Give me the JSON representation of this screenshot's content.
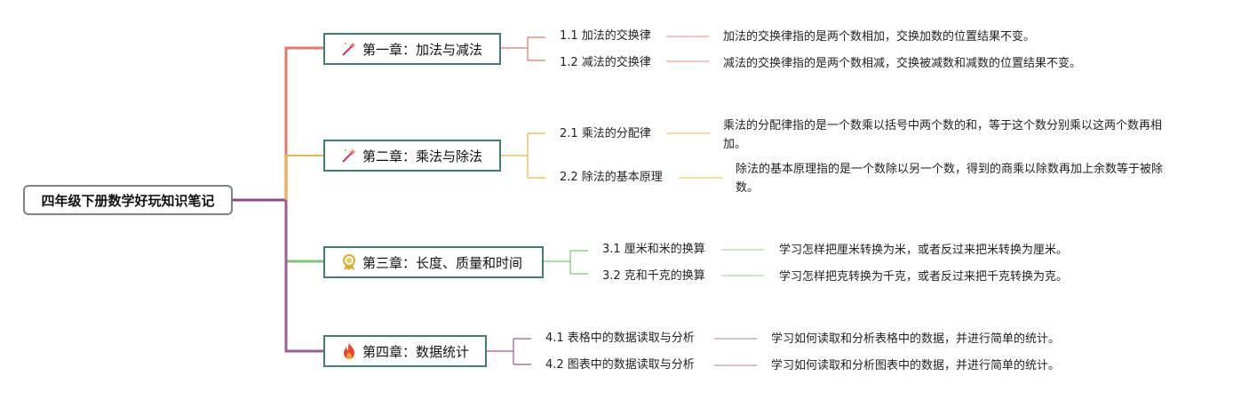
{
  "root": {
    "title": "四年级下册数学好玩知识笔记"
  },
  "chapters": [
    {
      "title": "第一章：加法与减法",
      "icon": "magic-wand-icon",
      "color": "#e8776a",
      "topics": [
        {
          "label": "1.1 加法的交换律",
          "desc": "加法的交换律指的是两个数相加，交换加数的位置结果不变。"
        },
        {
          "label": "1.2 减法的交换律",
          "desc": "减法的交换律指的是两个数相减，交换被减数和减数的位置结果不变。"
        }
      ]
    },
    {
      "title": "第二章：乘法与除法",
      "icon": "magic-wand-icon",
      "color": "#f2b53c",
      "topics": [
        {
          "label": "2.1 乘法的分配律",
          "desc": "乘法的分配律指的是一个数乘以括号中两个数的和，等于这个数分别乘以这两个数再相加。"
        },
        {
          "label": "2.2 除法的基本原理",
          "desc": "除法的基本原理指的是一个数除以另一个数，得到的商乘以除数再加上余数等于被除数。"
        }
      ]
    },
    {
      "title": "第三章：长度、质量和时间",
      "icon": "award-medal-icon",
      "color": "#7cc576",
      "topics": [
        {
          "label": "3.1 厘米和米的换算",
          "desc": "学习怎样把厘米转换为米，或者反过来把米转换为厘米。"
        },
        {
          "label": "3.2 克和千克的换算",
          "desc": "学习怎样把克转换为千克，或者反过来把千克转换为克。"
        }
      ]
    },
    {
      "title": "第四章：数据统计",
      "icon": "fire-icon",
      "color": "#a05b94",
      "topics": [
        {
          "label": "4.1 表格中的数据读取与分析",
          "desc": "学习如何读取和分析表格中的数据，并进行简单的统计。"
        },
        {
          "label": "4.2 图表中的数据读取与分析",
          "desc": "学习如何读取和分析图表中的数据，并进行简单的统计。"
        }
      ]
    }
  ]
}
